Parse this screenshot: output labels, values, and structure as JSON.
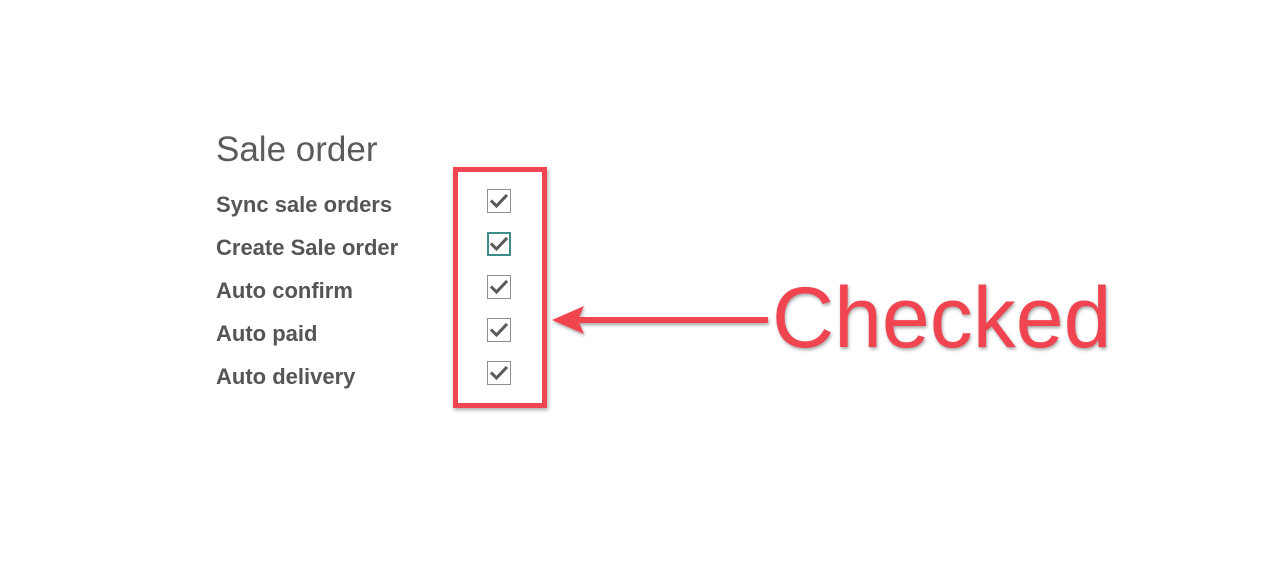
{
  "section": {
    "title": "Sale order"
  },
  "fields": [
    {
      "label": "Sync sale orders",
      "checked": true,
      "focused": false
    },
    {
      "label": "Create Sale order",
      "checked": true,
      "focused": true
    },
    {
      "label": "Auto confirm",
      "checked": true,
      "focused": false
    },
    {
      "label": "Auto paid",
      "checked": true,
      "focused": false
    },
    {
      "label": "Auto delivery",
      "checked": true,
      "focused": false
    }
  ],
  "annotation": {
    "text": "Checked",
    "color": "#f04550"
  },
  "colors": {
    "label": "#555555",
    "title": "#5b5b5b",
    "checkmark": "#5a5a5a",
    "focus_border": "#3f8d8b"
  }
}
